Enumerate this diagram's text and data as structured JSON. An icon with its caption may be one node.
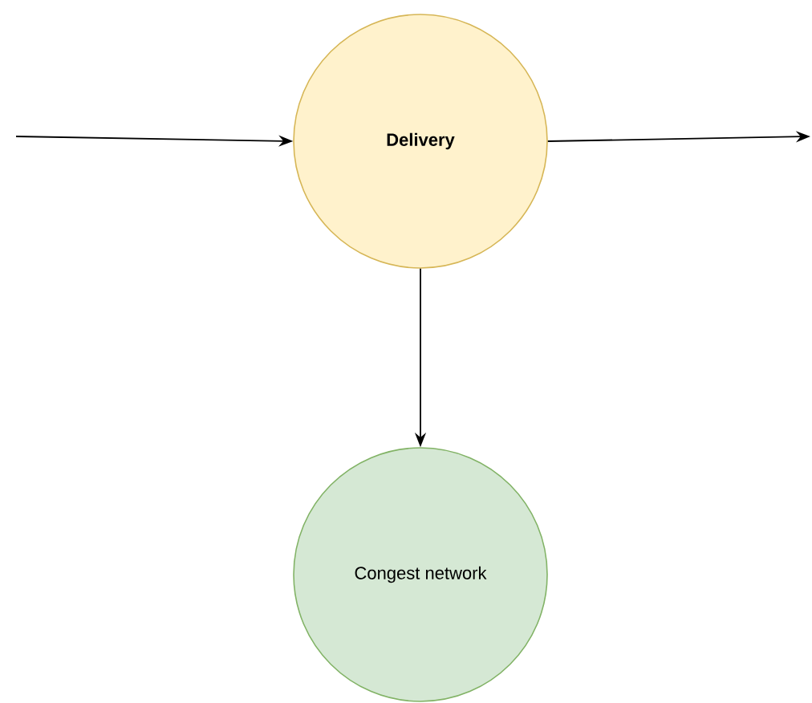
{
  "diagram": {
    "nodes": [
      {
        "text": [
          "Delivery"
        ]
      },
      {
        "text": [
          "Congest network"
        ]
      }
    ],
    "edges": [
      {
        "from": null,
        "to": 0,
        "arrow": "to"
      },
      {
        "from": 0,
        "to": null,
        "arrow": "to"
      },
      {
        "from": 0,
        "to": 1,
        "arrow": "to"
      }
    ]
  }
}
